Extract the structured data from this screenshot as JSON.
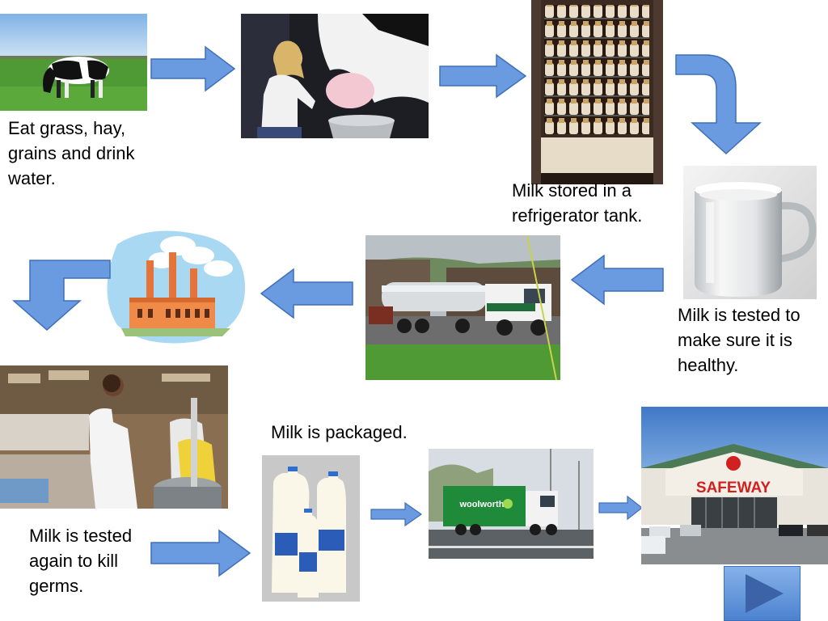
{
  "steps": {
    "cow_caption": "Eat grass, hay, grains and drink water.",
    "refrigerate_caption": "Milk stored in a refrigerator tank.",
    "test_caption": "Milk is tested to make sure it is healthy.",
    "package_caption": "Milk is packaged.",
    "retest_caption": "Milk is tested again to kill germs."
  },
  "signs": {
    "truck": "woolworths",
    "store": "SAFEWAY"
  },
  "colors": {
    "arrow_fill": "#6a9be0",
    "arrow_stroke": "#3f6fb8",
    "button_fill": "#5f92d8"
  }
}
